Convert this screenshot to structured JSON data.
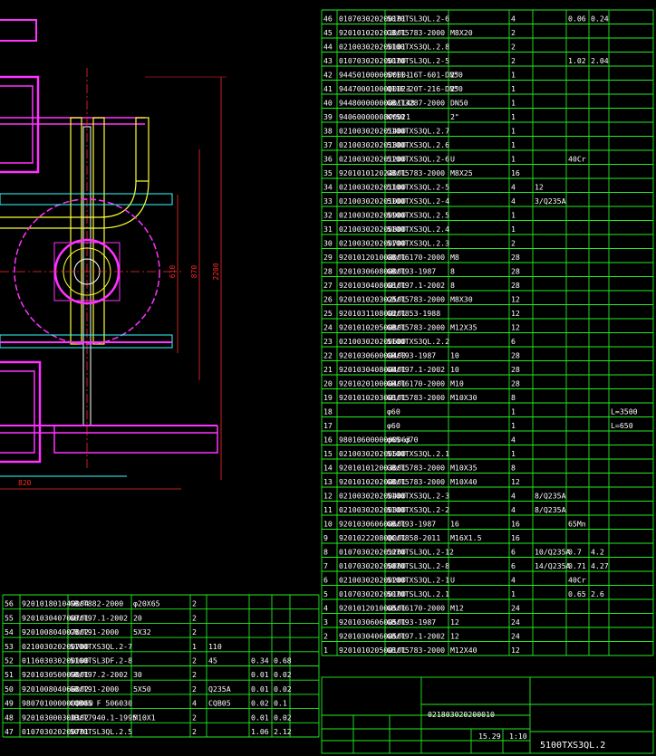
{
  "colors": {
    "background": "#000000",
    "table_line": "#22ee22",
    "drawing_magenta": "#ff33ff",
    "dimension_red": "#ff2a2a",
    "text": "#ffffff",
    "yellow": "#ffff33",
    "cyan": "#33ffff"
  },
  "dimensions": {
    "d1": "610",
    "d2": "870",
    "d3": "2200",
    "d4": "820"
  },
  "bom_right": [
    [
      "46",
      "010703020200101",
      "5070TSL3QL.2-6",
      "",
      "4",
      "",
      "0.06",
      "0.24",
      ""
    ],
    [
      "45",
      "920101020201001",
      "GB/T5783-2000",
      "M8X20",
      "2",
      "",
      "",
      "",
      ""
    ],
    [
      "44",
      "021003020200101",
      "5100TXS3QL.2.8",
      "",
      "2",
      "",
      "",
      "",
      ""
    ],
    [
      "43",
      "010703020200100",
      "5070TSL3QL.2-5",
      "",
      "2",
      "",
      "1.02",
      "2.04",
      ""
    ],
    [
      "42",
      "9445010000000001",
      "SY11-16T-601-DN50",
      "2\"",
      "1",
      "",
      "",
      "",
      ""
    ],
    [
      "41",
      "9447000100000023",
      "Q11F-20T-216-DN50",
      "2\"",
      "1",
      "",
      "",
      "",
      ""
    ],
    [
      "40",
      "94480000000001148",
      "GB/T3287-2000",
      "DN50",
      "1",
      "",
      "",
      "",
      ""
    ],
    [
      "39",
      "9406000000800021",
      "KY50",
      "2\"",
      "1",
      "",
      "",
      "",
      ""
    ],
    [
      "38",
      "021003020201400",
      "5100TXS3QL.2.7",
      "",
      "1",
      "",
      "",
      "",
      ""
    ],
    [
      "37",
      "021003020201300",
      "5100TXS3QL.2.6",
      "",
      "1",
      "",
      "",
      "",
      ""
    ],
    [
      "36",
      "021003020201200",
      "5100TXS3QL.2-6",
      "U",
      "1",
      "",
      "40Cr",
      "",
      ""
    ],
    [
      "35",
      "920101012024001",
      "GB/T5783-2000",
      "M8X25",
      "16",
      "",
      "",
      "",
      ""
    ],
    [
      "34",
      "021003020201100",
      "5100TXS3QL.2-5",
      "",
      "4",
      "12",
      "",
      "",
      ""
    ],
    [
      "33",
      "021003020201000",
      "5100TXS3QL.2-4",
      "",
      "4",
      "3/Q235A",
      "",
      "",
      ""
    ],
    [
      "32",
      "021003020200900",
      "5100TXS3QL.2.5",
      "",
      "1",
      "",
      "",
      "",
      ""
    ],
    [
      "31",
      "021003020200800",
      "5100TXS3QL.2.4",
      "",
      "1",
      "",
      "",
      "",
      ""
    ],
    [
      "30",
      "021003020200700",
      "5100TXS3QL.2.3",
      "",
      "2",
      "",
      "",
      "",
      ""
    ],
    [
      "29",
      "920101201008001",
      "GB/T6170-2000",
      "M8",
      "28",
      "",
      "",
      "",
      ""
    ],
    [
      "28",
      "920103060800001",
      "GB/T93-1987",
      "8",
      "28",
      "",
      "",
      "",
      ""
    ],
    [
      "27",
      "920103040800101",
      "GB/T97.1-2002",
      "8",
      "28",
      "",
      "",
      "",
      ""
    ],
    [
      "26",
      "920101020302501",
      "GB/T5783-2000",
      "M8X30",
      "12",
      "",
      "",
      "",
      ""
    ],
    [
      "25",
      "920103110800201",
      "GB/T853-1988",
      "",
      "12",
      "",
      "",
      "",
      ""
    ],
    [
      "24",
      "920101020500801",
      "GB/T5783-2000",
      "M12X35",
      "12",
      "",
      "",
      "",
      ""
    ],
    [
      "23",
      "021003020200600",
      "5100TXS3QL.2.2",
      "",
      "6",
      "",
      "",
      "",
      ""
    ],
    [
      "22",
      "920103060000400",
      "GB/T93-1987",
      "10",
      "28",
      "",
      "",
      "",
      ""
    ],
    [
      "21",
      "920103040800401",
      "GB/T97.1-2002",
      "10",
      "28",
      "",
      "",
      "",
      ""
    ],
    [
      "20",
      "920102010000401",
      "GB/T6170-2000",
      "M10",
      "28",
      "",
      "",
      "",
      ""
    ],
    [
      "19",
      "920101020300101",
      "GB/T5783-2000",
      "M10X30",
      "8",
      "",
      "",
      "",
      ""
    ],
    [
      "18",
      "",
      "φ60",
      "",
      "1",
      "",
      "",
      "",
      "L=3500"
    ],
    [
      "17",
      "",
      "φ60",
      "",
      "1",
      "",
      "",
      "",
      "L=650"
    ],
    [
      "16",
      "9801060000000063",
      "φ65-φ70",
      "",
      "4",
      "",
      "",
      "",
      ""
    ],
    [
      "15",
      "021003020200500",
      "5100TXS3QL.2.1",
      "",
      "1",
      "",
      "",
      "",
      ""
    ],
    [
      "14",
      "920101012003001",
      "GB/T5783-2000",
      "M10X35",
      "8",
      "",
      "",
      "",
      ""
    ],
    [
      "13",
      "920101020200001",
      "GB/T5783-2000",
      "M10X40",
      "12",
      "",
      "",
      "",
      ""
    ],
    [
      "12",
      "021003020200400",
      "5100TXS3QL.2-3",
      "",
      "4",
      "8/Q235A",
      "",
      "",
      ""
    ],
    [
      "11",
      "021003020200300",
      "5100TXS3QL.2-2",
      "",
      "4",
      "8/Q235A",
      "",
      "",
      ""
    ],
    [
      "10",
      "920103060600601",
      "GB/T93-1987",
      "16",
      "16",
      "",
      "65Mn",
      "",
      ""
    ],
    [
      "9",
      "920102220800001",
      "QC/T858-2011",
      "M16X1.5",
      "16",
      "",
      "",
      "",
      ""
    ],
    [
      "8",
      "010703020201200",
      "5070TSL3QL.2-12",
      "",
      "6",
      "10/Q235A",
      "0.7",
      "4.2",
      ""
    ],
    [
      "7",
      "010703020200800",
      "5070TSL3QL.2-8",
      "",
      "6",
      "14/Q235A",
      "0.71",
      "4.27",
      ""
    ],
    [
      "6",
      "021003020200200",
      "5100TXS3QL.2-1",
      "U",
      "4",
      "",
      "40Cr",
      "",
      ""
    ],
    [
      "5",
      "010703020200100",
      "5070TSL3QL.2.1",
      "",
      "1",
      "",
      "0.65",
      "2.6",
      ""
    ],
    [
      "4",
      "920101201000501",
      "GB/T6170-2000",
      "M12",
      "24",
      "",
      "",
      "",
      ""
    ],
    [
      "3",
      "920103060600501",
      "GB/T93-1987",
      "12",
      "24",
      "",
      "",
      "",
      ""
    ],
    [
      "2",
      "920103040600501",
      "GB/T97.1-2002",
      "12",
      "24",
      "",
      "",
      "",
      ""
    ],
    [
      "1",
      "920101020500101",
      "GB/T5783-2000",
      "M12X40",
      "12",
      "",
      "",
      "",
      ""
    ]
  ],
  "bom_left": [
    [
      "56",
      "920101801049004",
      "GB/T882-2000",
      "φ20X65",
      "2",
      "",
      "",
      "",
      ""
    ],
    [
      "55",
      "920103040700701",
      "GB/T97.1-2002",
      "20",
      "2",
      "",
      "",
      "",
      ""
    ],
    [
      "54",
      "920100804007002",
      "GB/T91-2000",
      "5X32",
      "2",
      "",
      "",
      "",
      ""
    ],
    [
      "53",
      "021003020200700",
      "5100TXS3QL.2-7",
      "",
      "1",
      "110",
      "",
      "",
      ""
    ],
    [
      "52",
      "011603030200100",
      "5160TSL3DF.2-8",
      "",
      "2",
      "45",
      "0.34",
      "0.68",
      ""
    ],
    [
      "51",
      "920103050009001",
      "GB/T97.2-2002",
      "30",
      "2",
      "",
      "0.01",
      "0.02",
      ""
    ],
    [
      "50",
      "920100804066002",
      "GB/T91-2000",
      "5X50",
      "2",
      "Q235A",
      "0.01",
      "0.02",
      ""
    ],
    [
      "49",
      "9807010000000060",
      "CQB05 F 506030",
      "",
      "4",
      "CQB05",
      "0.02",
      "0.1",
      ""
    ],
    [
      "48",
      "920103000300302",
      "JB/T7940.1-1995",
      "M10X1",
      "2",
      "",
      "0.01",
      "0.02",
      ""
    ],
    [
      "47",
      "010703020200701",
      "5070TSL3QL.2.5",
      "",
      "2",
      "",
      "1.06",
      "2.12",
      ""
    ]
  ],
  "title_block": {
    "code": "021803020200010",
    "name": "5100TXS3QL.2",
    "scale": "1:10",
    "mass": "15.29"
  }
}
